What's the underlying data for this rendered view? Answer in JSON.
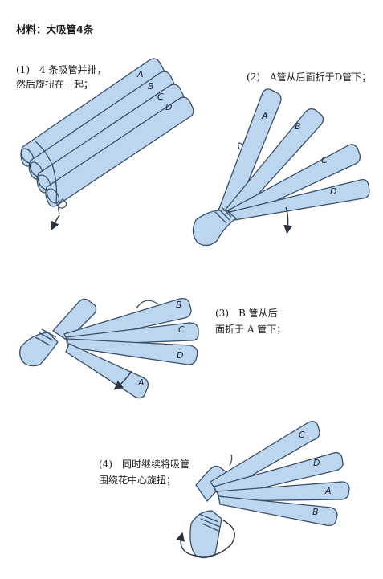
{
  "materials": "材料：大吸管4条",
  "steps": [
    {
      "line1": "(1)　4 条吸管并排，",
      "line2": "然后旋扭在一起；"
    },
    {
      "line1": "(2)　A管从后面折于D管下；"
    },
    {
      "line1": "(3)　B 管从后",
      "line2": "面折于 A 管下；"
    },
    {
      "line1": "(4)　同时继续将吸管",
      "line2": "围绕花中心旋扭；"
    }
  ],
  "tube_labels": {
    "s1": [
      "A",
      "B",
      "C",
      "D"
    ],
    "s2": [
      "A",
      "B",
      "C",
      "D"
    ],
    "s3": [
      "B",
      "C",
      "D",
      "A"
    ],
    "s4": [
      "C",
      "D",
      "A",
      "B"
    ]
  },
  "colors": {
    "tube_fill": "#bcd6ef",
    "outline": "#3a4f66"
  }
}
